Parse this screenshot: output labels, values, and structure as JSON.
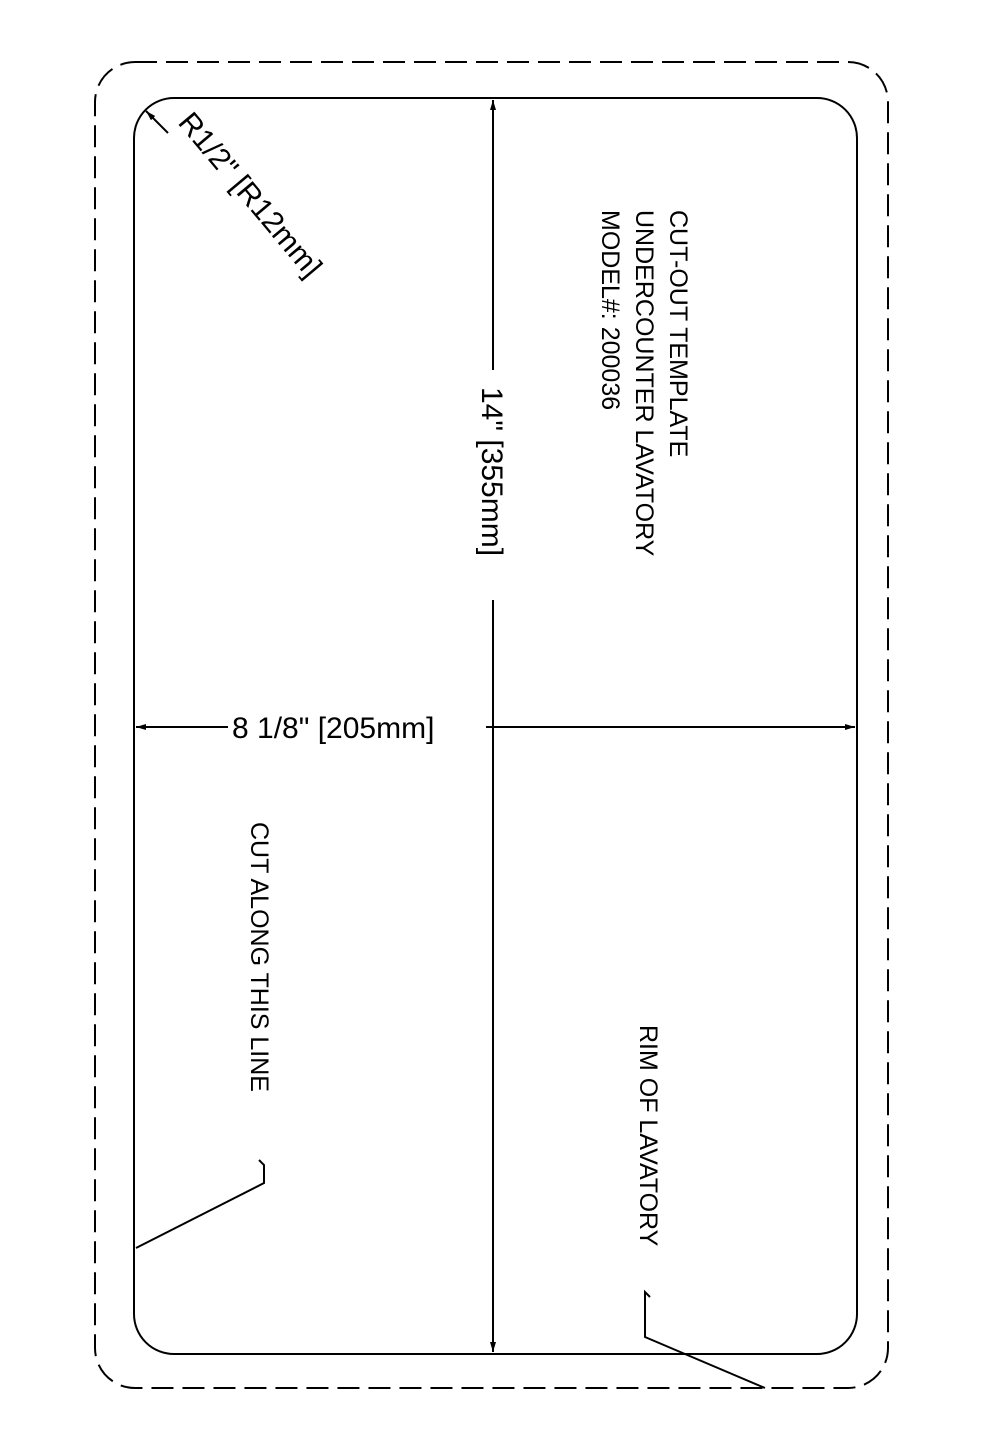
{
  "labels": {
    "title_line1": "CUT-OUT TEMPLATE",
    "title_line2": "UNDERCOUNTER LAVATORY",
    "title_line3": "MODEL#: 200036",
    "radius": "R1/2\" [R12mm]",
    "height_dim": "14\" [355mm]",
    "width_dim": "8 1/8\" [205mm]",
    "cut_line": "CUT ALONG THIS LINE",
    "rim": "RIM OF LAVATORY"
  },
  "colors": {
    "line": "#000000",
    "background": "#ffffff"
  }
}
